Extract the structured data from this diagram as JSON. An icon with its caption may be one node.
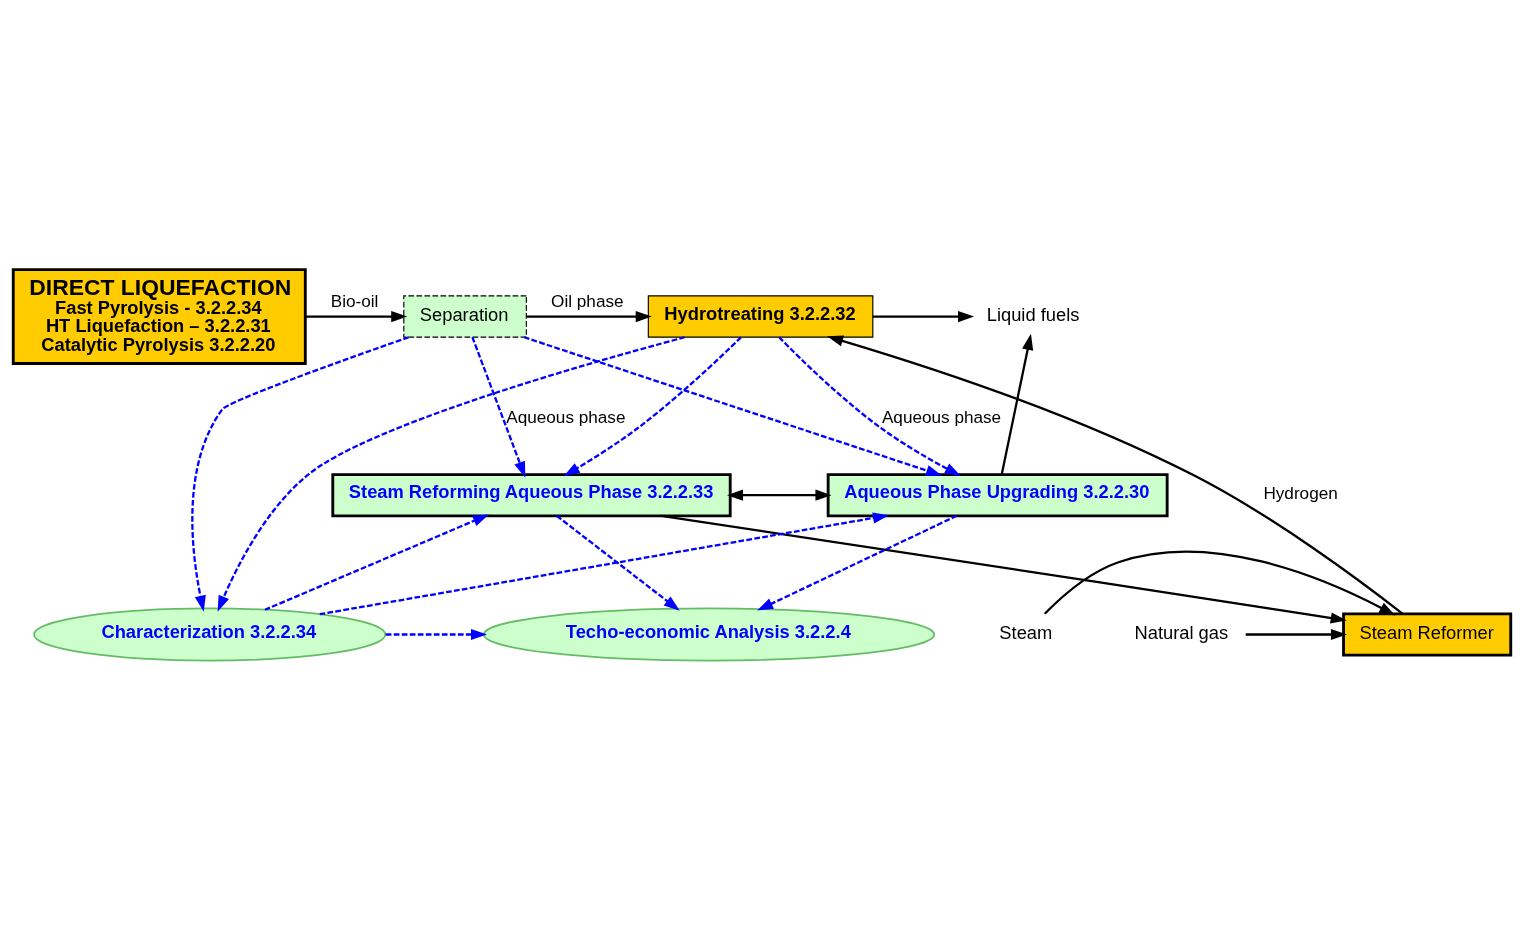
{
  "diagram": {
    "nodes": [
      {
        "text": [
          "DIRECT LIQUEFACTION",
          "Fast Pyrolysis - 3.2.2.34",
          "HT Liquefaction – 3.2.2.31",
          "Catalytic Pyrolysis 3.2.2.20"
        ]
      },
      {
        "text": [
          "Separation"
        ]
      },
      {
        "text": [
          "Hydrotreating 3.2.2.32"
        ]
      },
      {
        "text": [
          "Natural gas"
        ]
      },
      {
        "text": [
          "Steam"
        ]
      },
      {
        "text": [
          "Steam Reformer"
        ]
      },
      {
        "text": [
          "Steam Reforming Aqueous Phase 3.2.2.33"
        ]
      },
      {
        "text": [
          "Aqueous Phase Upgrading 3.2.2.30"
        ]
      },
      {
        "text": [
          "Characterization 3.2.2.34"
        ]
      },
      {
        "text": [
          "Techo-economic Analysis 3.2.2.4"
        ]
      },
      {
        "text": [
          "Liquid fuels"
        ]
      }
    ],
    "edges": [
      {
        "from": 0,
        "to": 1,
        "arrow": "to",
        "label": "Bio-oil",
        "color": "#000000"
      },
      {
        "from": 1,
        "to": 2,
        "arrow": "to",
        "label": "Oil phase",
        "color": "#000000"
      },
      {
        "from": 2,
        "to": 10,
        "arrow": "to",
        "color": "#000000"
      },
      {
        "from": 3,
        "to": 5,
        "arrow": "to",
        "color": "#000000"
      },
      {
        "from": 4,
        "to": 5,
        "arrow": "to",
        "color": "#000000"
      },
      {
        "from": 5,
        "to": 2,
        "arrow": "to",
        "label": "Hydrogen",
        "color": "#000000"
      },
      {
        "from": 1,
        "to": 6,
        "arrow": "to",
        "label": "Aqueous phase",
        "style": "dashed",
        "color": "#0000ff"
      },
      {
        "from": 1,
        "to": 7,
        "arrow": "to",
        "style": "dashed",
        "color": "#0000ff"
      },
      {
        "from": 1,
        "to": 8,
        "arrow": "to",
        "style": "dashed",
        "color": "#0000ff"
      },
      {
        "from": 2,
        "to": 6,
        "arrow": "to",
        "style": "dashed",
        "color": "#0000ff"
      },
      {
        "from": 2,
        "to": 7,
        "arrow": "to",
        "label": "Aqueous phase",
        "style": "dashed",
        "color": "#0000ff"
      },
      {
        "from": 2,
        "to": 8,
        "arrow": "to",
        "style": "dashed",
        "color": "#0000ff"
      },
      {
        "from": 6,
        "to": 7,
        "arrow": "both",
        "color": "#000000"
      },
      {
        "from": 6,
        "to": 5,
        "arrow": "to",
        "color": "#000000"
      },
      {
        "from": 7,
        "to": 10,
        "arrow": "to",
        "color": "#000000"
      },
      {
        "from": 8,
        "to": 6,
        "arrow": "to",
        "style": "dashed",
        "color": "#0000ff"
      },
      {
        "from": 8,
        "to": 7,
        "arrow": "to",
        "style": "dashed",
        "color": "#0000ff"
      },
      {
        "from": 8,
        "to": 9,
        "arrow": "to",
        "style": "dashed",
        "color": "#0000ff"
      },
      {
        "from": 7,
        "to": 9,
        "arrow": "to",
        "style": "dashed",
        "color": "#0000ff"
      },
      {
        "from": 6,
        "to": 9,
        "arrow": "to",
        "style": "dashed",
        "color": "#0000ff"
      }
    ]
  }
}
